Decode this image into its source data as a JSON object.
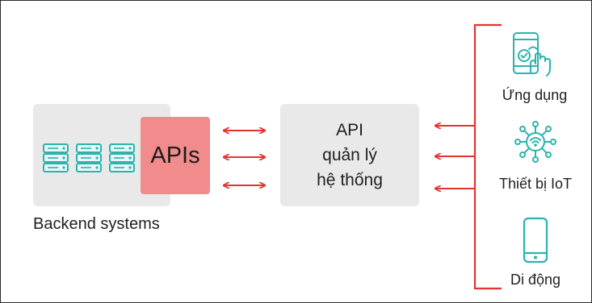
{
  "backend": {
    "label": "Backend systems",
    "apis_label": "APIs",
    "server_icons": [
      "server-icon",
      "server-icon",
      "server-icon"
    ]
  },
  "management": {
    "lines": [
      "API",
      "quản lý",
      "hệ thống"
    ]
  },
  "devices": [
    {
      "label": "Ứng dụng",
      "icon": "tablet-touch-icon"
    },
    {
      "label": "Thiết bị IoT",
      "icon": "iot-network-icon"
    },
    {
      "label": "Di động",
      "icon": "mobile-phone-icon"
    }
  ],
  "colors": {
    "arrow": "#e3342f",
    "icon": "#2bb3ad",
    "apis_fill": "#f28b8b",
    "box_fill": "#e9e9e9"
  }
}
